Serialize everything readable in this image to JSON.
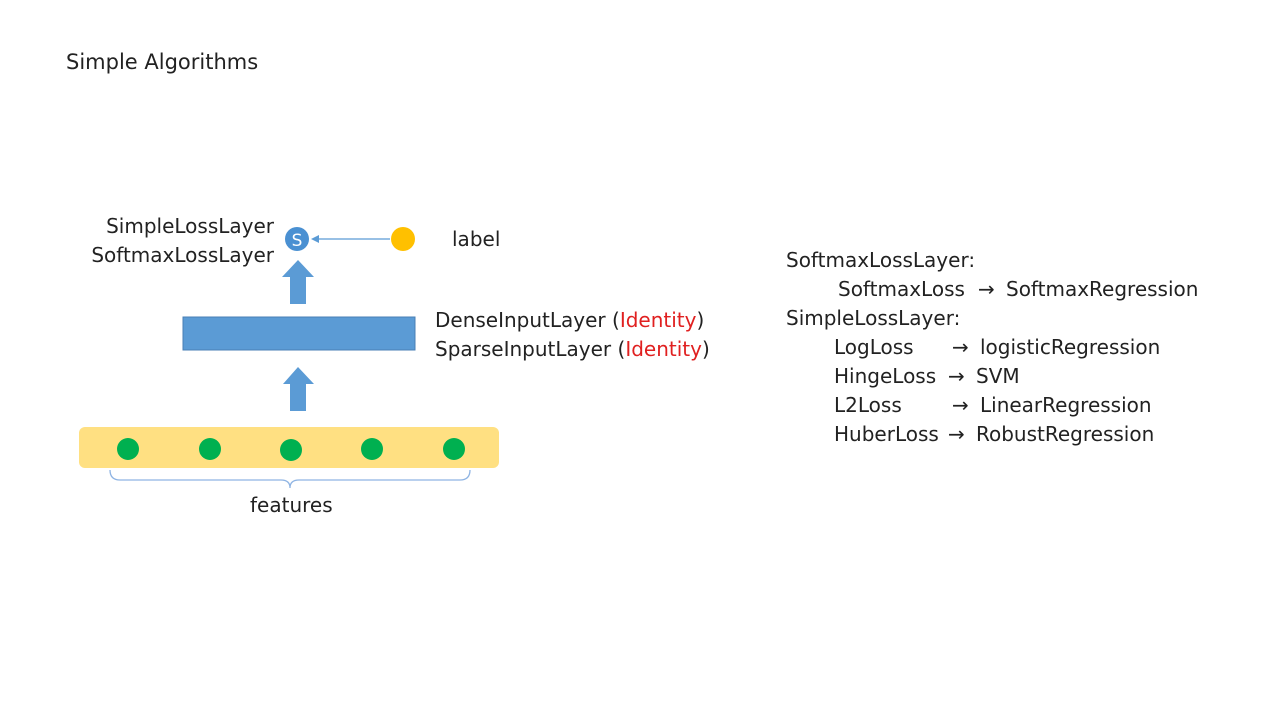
{
  "title": "Simple Algorithms",
  "diagram": {
    "loss_layers": [
      "SimpleLossLayer",
      "SoftmaxLossLayer"
    ],
    "loss_node_letter": "S",
    "label_text": "label",
    "input_layers": [
      {
        "name": "DenseInputLayer",
        "activation": "Identity"
      },
      {
        "name": "SparseInputLayer",
        "activation": "Identity"
      }
    ],
    "features_text": "features",
    "feature_count": 5,
    "colors": {
      "layer_blue": "#5b9bd5",
      "node_blue": "#4a90d2",
      "label_orange": "#ffc000",
      "feature_green": "#00b050",
      "features_bar": "#ffe082",
      "activation_red": "#e02020"
    }
  },
  "mapping": {
    "softmax_header": "SoftmaxLossLayer:",
    "softmax_items": [
      {
        "loss": "SoftmaxLoss",
        "algorithm": "SoftmaxRegression"
      }
    ],
    "simple_header": "SimpleLossLayer:",
    "simple_items": [
      {
        "loss": "LogLoss",
        "algorithm": "logisticRegression"
      },
      {
        "loss": "HingeLoss",
        "algorithm": "SVM"
      },
      {
        "loss": "L2Loss",
        "algorithm": "LinearRegression"
      },
      {
        "loss": "HuberLoss",
        "algorithm": "RobustRegression"
      }
    ],
    "arrow_glyph": "→"
  }
}
